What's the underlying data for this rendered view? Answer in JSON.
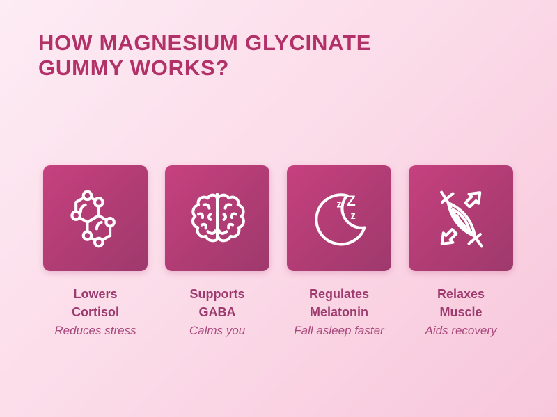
{
  "title": {
    "line1": "HOW MAGNESIUM GLYCINATE",
    "line2": "GUMMY WORKS?"
  },
  "colors": {
    "background_top_left": "#fdecf4",
    "background_bottom_right": "#f7c6da",
    "title_text": "#b13168",
    "card_gradient_start": "#c6417f",
    "card_gradient_end": "#9e3a6d",
    "label_text": "#9d3a6e",
    "subtitle_text": "#a8487c",
    "icon_stroke": "#ffffff"
  },
  "icons": {
    "moon_zzz": [
      "z",
      "Z",
      "z"
    ]
  },
  "cards": [
    {
      "icon": "molecule-icon",
      "label_line1": "Lowers",
      "label_line2": "Cortisol",
      "subtitle": "Reduces stress"
    },
    {
      "icon": "brain-icon",
      "label_line1": "Supports",
      "label_line2": "GABA",
      "subtitle": "Calms you"
    },
    {
      "icon": "moon-zzz-icon",
      "label_line1": "Regulates",
      "label_line2": "Melatonin",
      "subtitle": "Fall asleep faster"
    },
    {
      "icon": "muscle-stretch-icon",
      "label_line1": "Relaxes",
      "label_line2": "Muscle",
      "subtitle": "Aids recovery"
    }
  ]
}
